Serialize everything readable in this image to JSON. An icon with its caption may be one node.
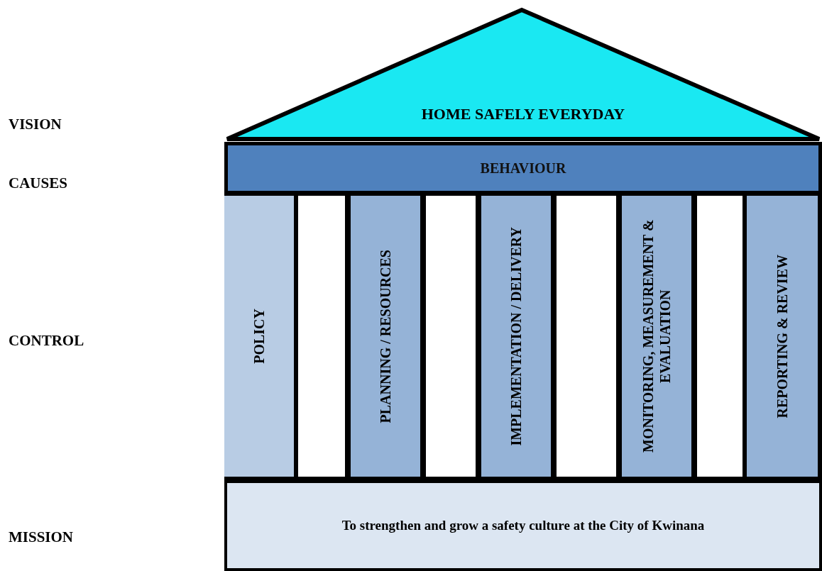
{
  "diagram": {
    "nodes": [
      {
        "text": [
          "HOME SAFELY EVERYDAY"
        ]
      },
      {
        "text": [
          "BEHAVIOUR"
        ]
      },
      {
        "text": [
          "POLICY"
        ]
      },
      {
        "text": [],
        "shape": "bar"
      },
      {
        "text": [
          "PLANNING / RESOURCES"
        ]
      },
      {
        "text": [],
        "shape": "bar"
      },
      {
        "text": [
          "IMPLEMENTATION / DELIVERY"
        ]
      },
      {
        "text": [],
        "shape": "bar"
      },
      {
        "text": [
          "MONITORING, MEASUREMENT & EVALUATION"
        ]
      },
      {
        "text": [],
        "shape": "bar"
      },
      {
        "text": [
          "REPORTING & REVIEW"
        ]
      },
      {
        "text": [
          "To strengthen and grow a safety culture at the City of Kwinana"
        ]
      }
    ],
    "labels": [
      "VISION",
      "CAUSES",
      "CONTROL",
      "MISSION"
    ]
  }
}
